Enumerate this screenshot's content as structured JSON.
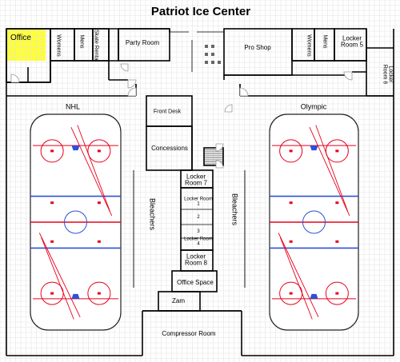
{
  "title": "Patriot Ice Center",
  "rooms": {
    "office": "Office",
    "womens_left": "Womens",
    "mens_left": "Mens",
    "skate_rental": "Skate Rental",
    "party_room": "Party Room",
    "pro_shop": "Pro Shop",
    "womens_right": "Womens",
    "mens_right": "Mens",
    "locker_room_5": "Locker Room 5",
    "locker_room_6": "Locker Room 6",
    "front_desk": "Front Desk",
    "concessions": "Concessions",
    "locker_room_7": "Locker Room 7",
    "locker_room_1": "Locker Room 1",
    "locker_room_2": "2",
    "locker_room_3": "3",
    "locker_room_4": "Locker Room 4",
    "locker_room_8": "Locker Room 8",
    "office_space": "Office Space",
    "zam": "Zam",
    "compressor_room": "Compressor Room"
  },
  "areas": {
    "bleachers_left": "Bleachers",
    "bleachers_right": "Bleachers"
  },
  "rinks": {
    "left_name": "NHL",
    "right_name": "Olympic"
  },
  "colors": {
    "grid": "#e4e4e4",
    "wall": "#000000",
    "rink_red": "#e8001c",
    "rink_blue": "#2b52d6",
    "highlight": "#ffff33",
    "door_gray": "#9a9a9a"
  }
}
